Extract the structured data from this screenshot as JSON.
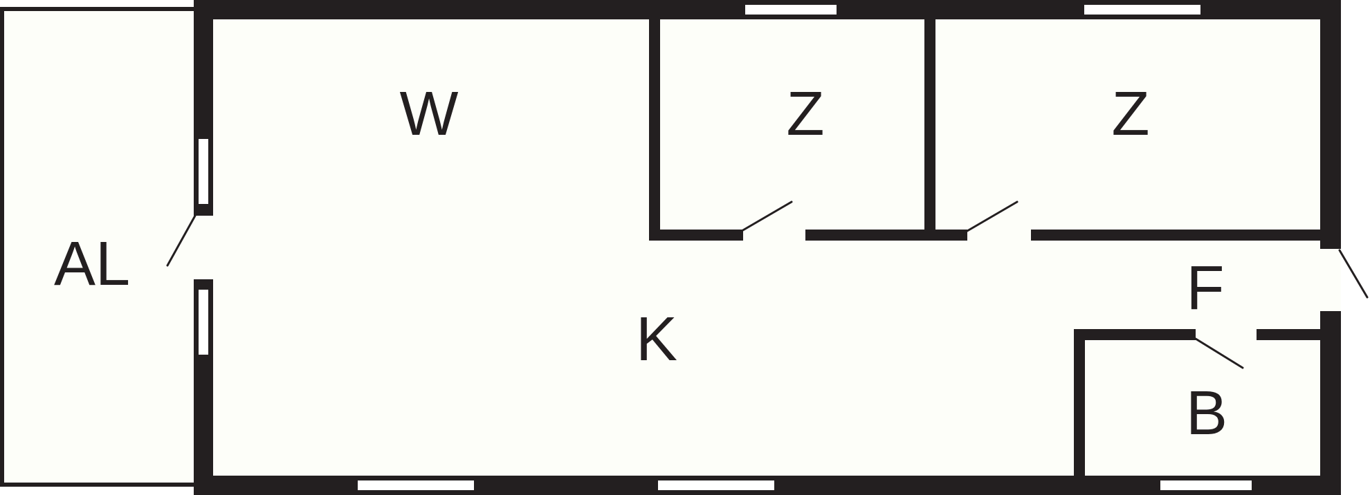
{
  "plan": {
    "wall_color": "#231f20",
    "floor_color": "#fdfef9",
    "rooms": {
      "al": "AL",
      "w": "W",
      "z1": "Z",
      "z2": "Z",
      "k": "K",
      "f": "F",
      "b": "B"
    }
  }
}
